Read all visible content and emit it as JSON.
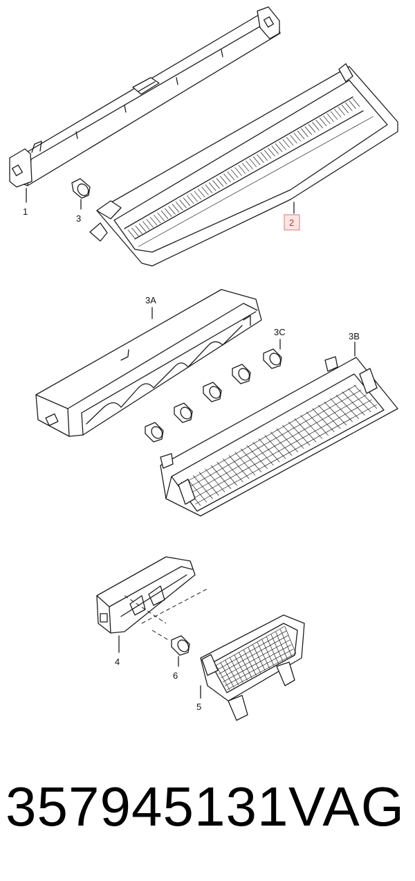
{
  "diagram": {
    "labels": {
      "p1": "1",
      "p2": "2",
      "p3": "3",
      "p3a": "3A",
      "p3b": "3B",
      "p3c": "3C",
      "p4": "4",
      "p5": "5",
      "p6": "6"
    },
    "highlighted_label": "2",
    "highlight_color": "#d87a7a"
  },
  "footer": {
    "part_number": "357945131",
    "brand": "VAG"
  }
}
